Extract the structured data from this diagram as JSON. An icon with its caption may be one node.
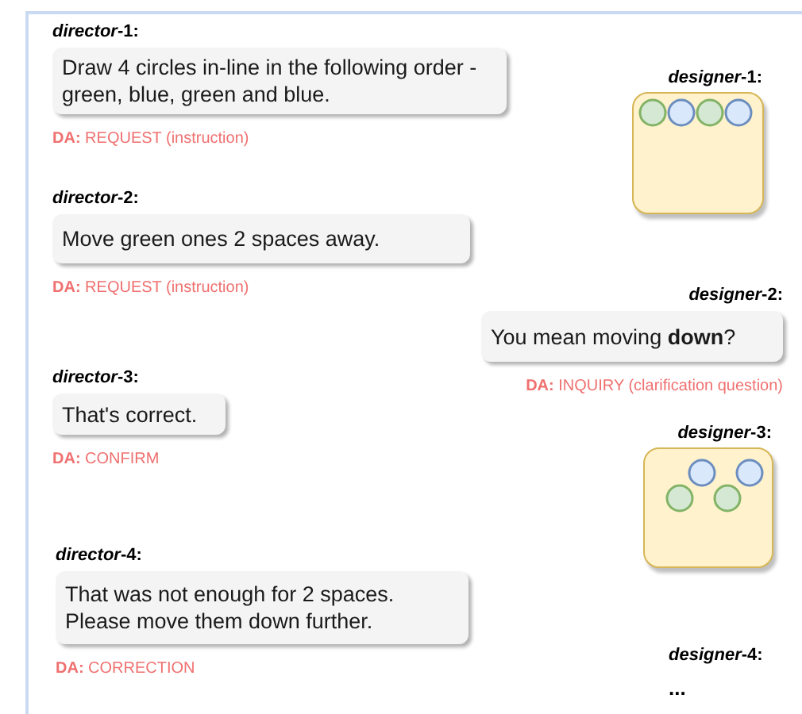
{
  "diagram": {
    "nodes": [
      {
        "text": [
          "*director*-1:",
          "Draw 4 circles in-line in the following order - green, blue, green and blue."
        ],
        "beside": [
          "**DA:** REQUEST (instruction)"
        ]
      },
      {
        "text": [
          "*designer*-1:"
        ]
      },
      {
        "text": [
          "*director*-2:",
          "Move green ones 2 spaces away."
        ],
        "beside": [
          "**DA:** REQUEST (instruction)"
        ]
      },
      {
        "text": [
          "*designer*-2:",
          "You mean moving **down**?"
        ],
        "beside": [
          "**DA:** INQUIRY (clarification question)"
        ]
      },
      {
        "text": [
          "*director*-3:",
          "That's correct."
        ],
        "beside": [
          "**DA:** CONFIRM"
        ]
      },
      {
        "text": [
          "*designer*-3:"
        ]
      },
      {
        "text": [
          "*director*-4:",
          "That was not enough for 2 spaces. Please move them down further."
        ],
        "beside": [
          "**DA:** CORRECTION"
        ]
      }
    ],
    "labels": [
      "*designer*-4:",
      "..."
    ]
  }
}
